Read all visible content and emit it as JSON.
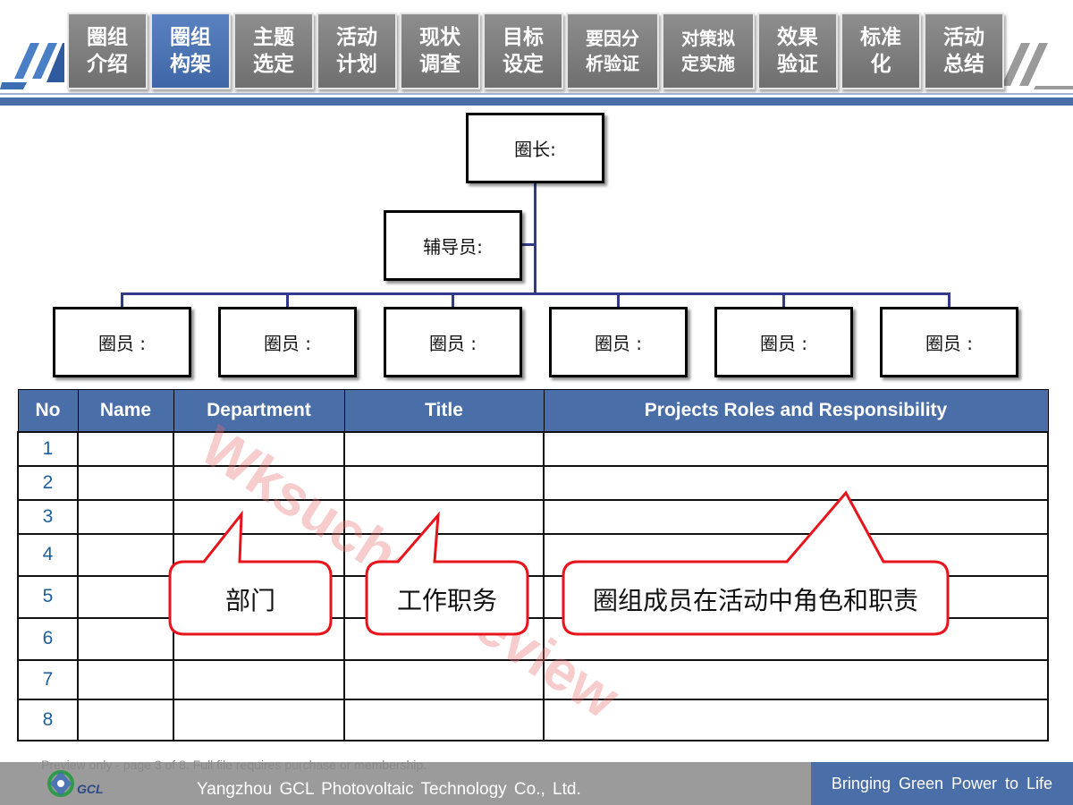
{
  "nav": {
    "tabs": [
      {
        "label": "圈组\n介绍",
        "active": false
      },
      {
        "label": "圈组\n构架",
        "active": true
      },
      {
        "label": "主题\n选定",
        "active": false
      },
      {
        "label": "活动\n计划",
        "active": false
      },
      {
        "label": "现状\n调查",
        "active": false
      },
      {
        "label": "目标\n设定",
        "active": false
      },
      {
        "label": "要因分\n析验证",
        "active": false
      },
      {
        "label": "对策拟\n定实施",
        "active": false
      },
      {
        "label": "效果\n验证",
        "active": false
      },
      {
        "label": "标准\n化",
        "active": false
      },
      {
        "label": "活动\n总结",
        "active": false
      }
    ]
  },
  "org_chart": {
    "leader": "圈长:",
    "advisor": "辅导员:",
    "members": [
      "圈员 :",
      "圈员 :",
      "圈员 :",
      "圈员 :",
      "圈员 :",
      "圈员 :"
    ]
  },
  "table": {
    "headers": [
      "No",
      "Name",
      "Department",
      "Title",
      "Projects Roles and Responsibility"
    ],
    "rows": [
      [
        "1",
        "",
        "",
        "",
        ""
      ],
      [
        "2",
        "",
        "",
        "",
        ""
      ],
      [
        "3",
        "",
        "",
        "",
        ""
      ],
      [
        "4",
        "",
        "",
        "",
        ""
      ],
      [
        "5",
        "",
        "",
        "",
        ""
      ],
      [
        "6",
        "",
        "",
        "",
        ""
      ],
      [
        "7",
        "",
        "",
        "",
        ""
      ],
      [
        "8",
        "",
        "",
        "",
        ""
      ]
    ]
  },
  "callouts": {
    "department": "部门",
    "title": "工作职务",
    "responsibility": "圈组成员在活动中角色和职责"
  },
  "watermark": "Wksucha Preview",
  "footer": {
    "preview_note": "Preview only - page 3 of 8. Full file requires purchase or membership.",
    "logo_text": "GCL",
    "company": "Yangzhou  GCL  Photovoltaic  Technology Co., Ltd.",
    "slogan": "Bringing  Green  Power  to Life"
  },
  "colors": {
    "accent_blue": "#4a6ea8",
    "tab_gray": "#7a7a7a",
    "callout_red": "#e8141c",
    "org_line": "#333a8c"
  }
}
